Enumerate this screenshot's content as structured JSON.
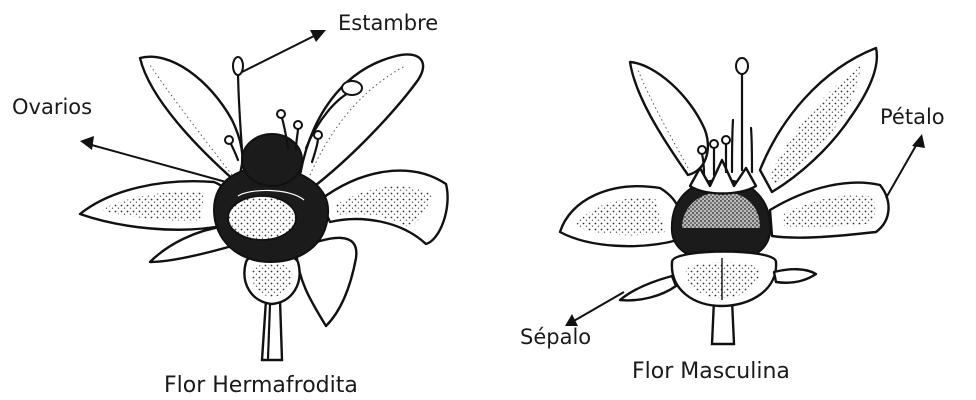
{
  "labels": {
    "estambre": "Estambre",
    "ovarios": "Ovarios",
    "petalo": "Pétalo",
    "sepalo": "Sépalo"
  },
  "captions": {
    "hermafrodita": "Flor Hermafrodita",
    "masculina": "Flor Masculina"
  },
  "colors": {
    "ink": "#111111",
    "background": "#ffffff"
  }
}
